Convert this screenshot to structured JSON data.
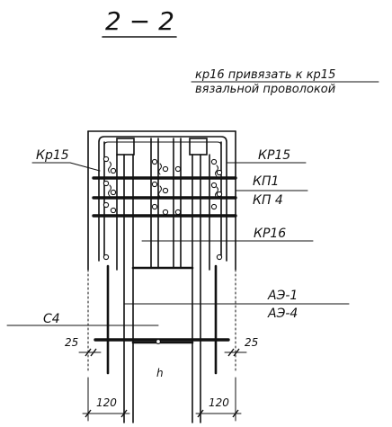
{
  "section": {
    "title": "2 − 2"
  },
  "note": {
    "line1": "кр16 привязать к кр15",
    "line2": "вязальной проволокой"
  },
  "labels": {
    "kr15_left": "Кр15",
    "kr15_right": "КР15",
    "kp1": "КП1",
    "kp4": "КП 4",
    "kr16": "КР16",
    "ae1": "АЭ-1",
    "ae4": "АЭ-4",
    "c4": "С4"
  },
  "dimensions": {
    "left_offset": "25",
    "right_offset": "25",
    "left_width": "120",
    "right_width": "120",
    "center_mark": "h"
  }
}
